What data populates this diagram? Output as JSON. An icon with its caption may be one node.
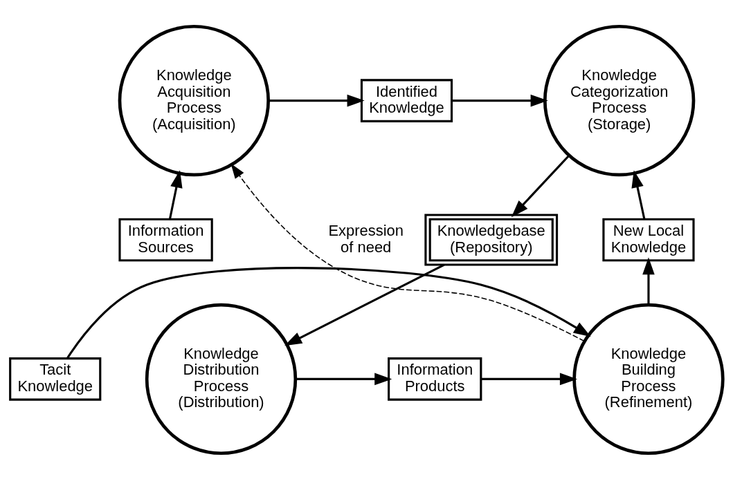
{
  "diagram": {
    "nodes": [
      {
        "text": [
          "Knowledge Acquisition Process (Acquisition)"
        ]
      },
      {
        "text": [
          "Identified Knowledge"
        ]
      },
      {
        "text": [
          "Knowledge Categorization Process (Storage)"
        ]
      },
      {
        "text": [
          "Information Sources"
        ]
      },
      {
        "text": [
          "New Local Knowledge"
        ]
      },
      {
        "text": [
          "Knowledgebase (Repository)"
        ]
      },
      {
        "text": [
          "Tacit Knowledge"
        ]
      },
      {
        "text": [
          "Knowledge Building Process (Refinement)"
        ]
      },
      {
        "text": [
          "Information Products"
        ]
      },
      {
        "text": [
          "Knowledge Distribution Process (Distribution)"
        ]
      }
    ],
    "edges": [
      {
        "from": 0,
        "to": 1,
        "arrow": "to"
      },
      {
        "from": 1,
        "to": 2,
        "arrow": "to"
      },
      {
        "from": 3,
        "to": 0,
        "arrow": "to"
      },
      {
        "from": 4,
        "to": 2,
        "arrow": "to"
      },
      {
        "from": 2,
        "to": 5,
        "arrow": "to"
      },
      {
        "from": 5,
        "to": 9,
        "arrow": "to"
      },
      {
        "from": 9,
        "to": 8,
        "arrow": "to"
      },
      {
        "from": 8,
        "to": 7,
        "arrow": "to"
      },
      {
        "from": 6,
        "to": 7,
        "arrow": "to"
      },
      {
        "from": 7,
        "to": 4,
        "arrow": "to"
      },
      {
        "from": 7,
        "to": 0,
        "arrow": "to",
        "style": "dashed",
        "label": "Expression of need"
      }
    ]
  }
}
